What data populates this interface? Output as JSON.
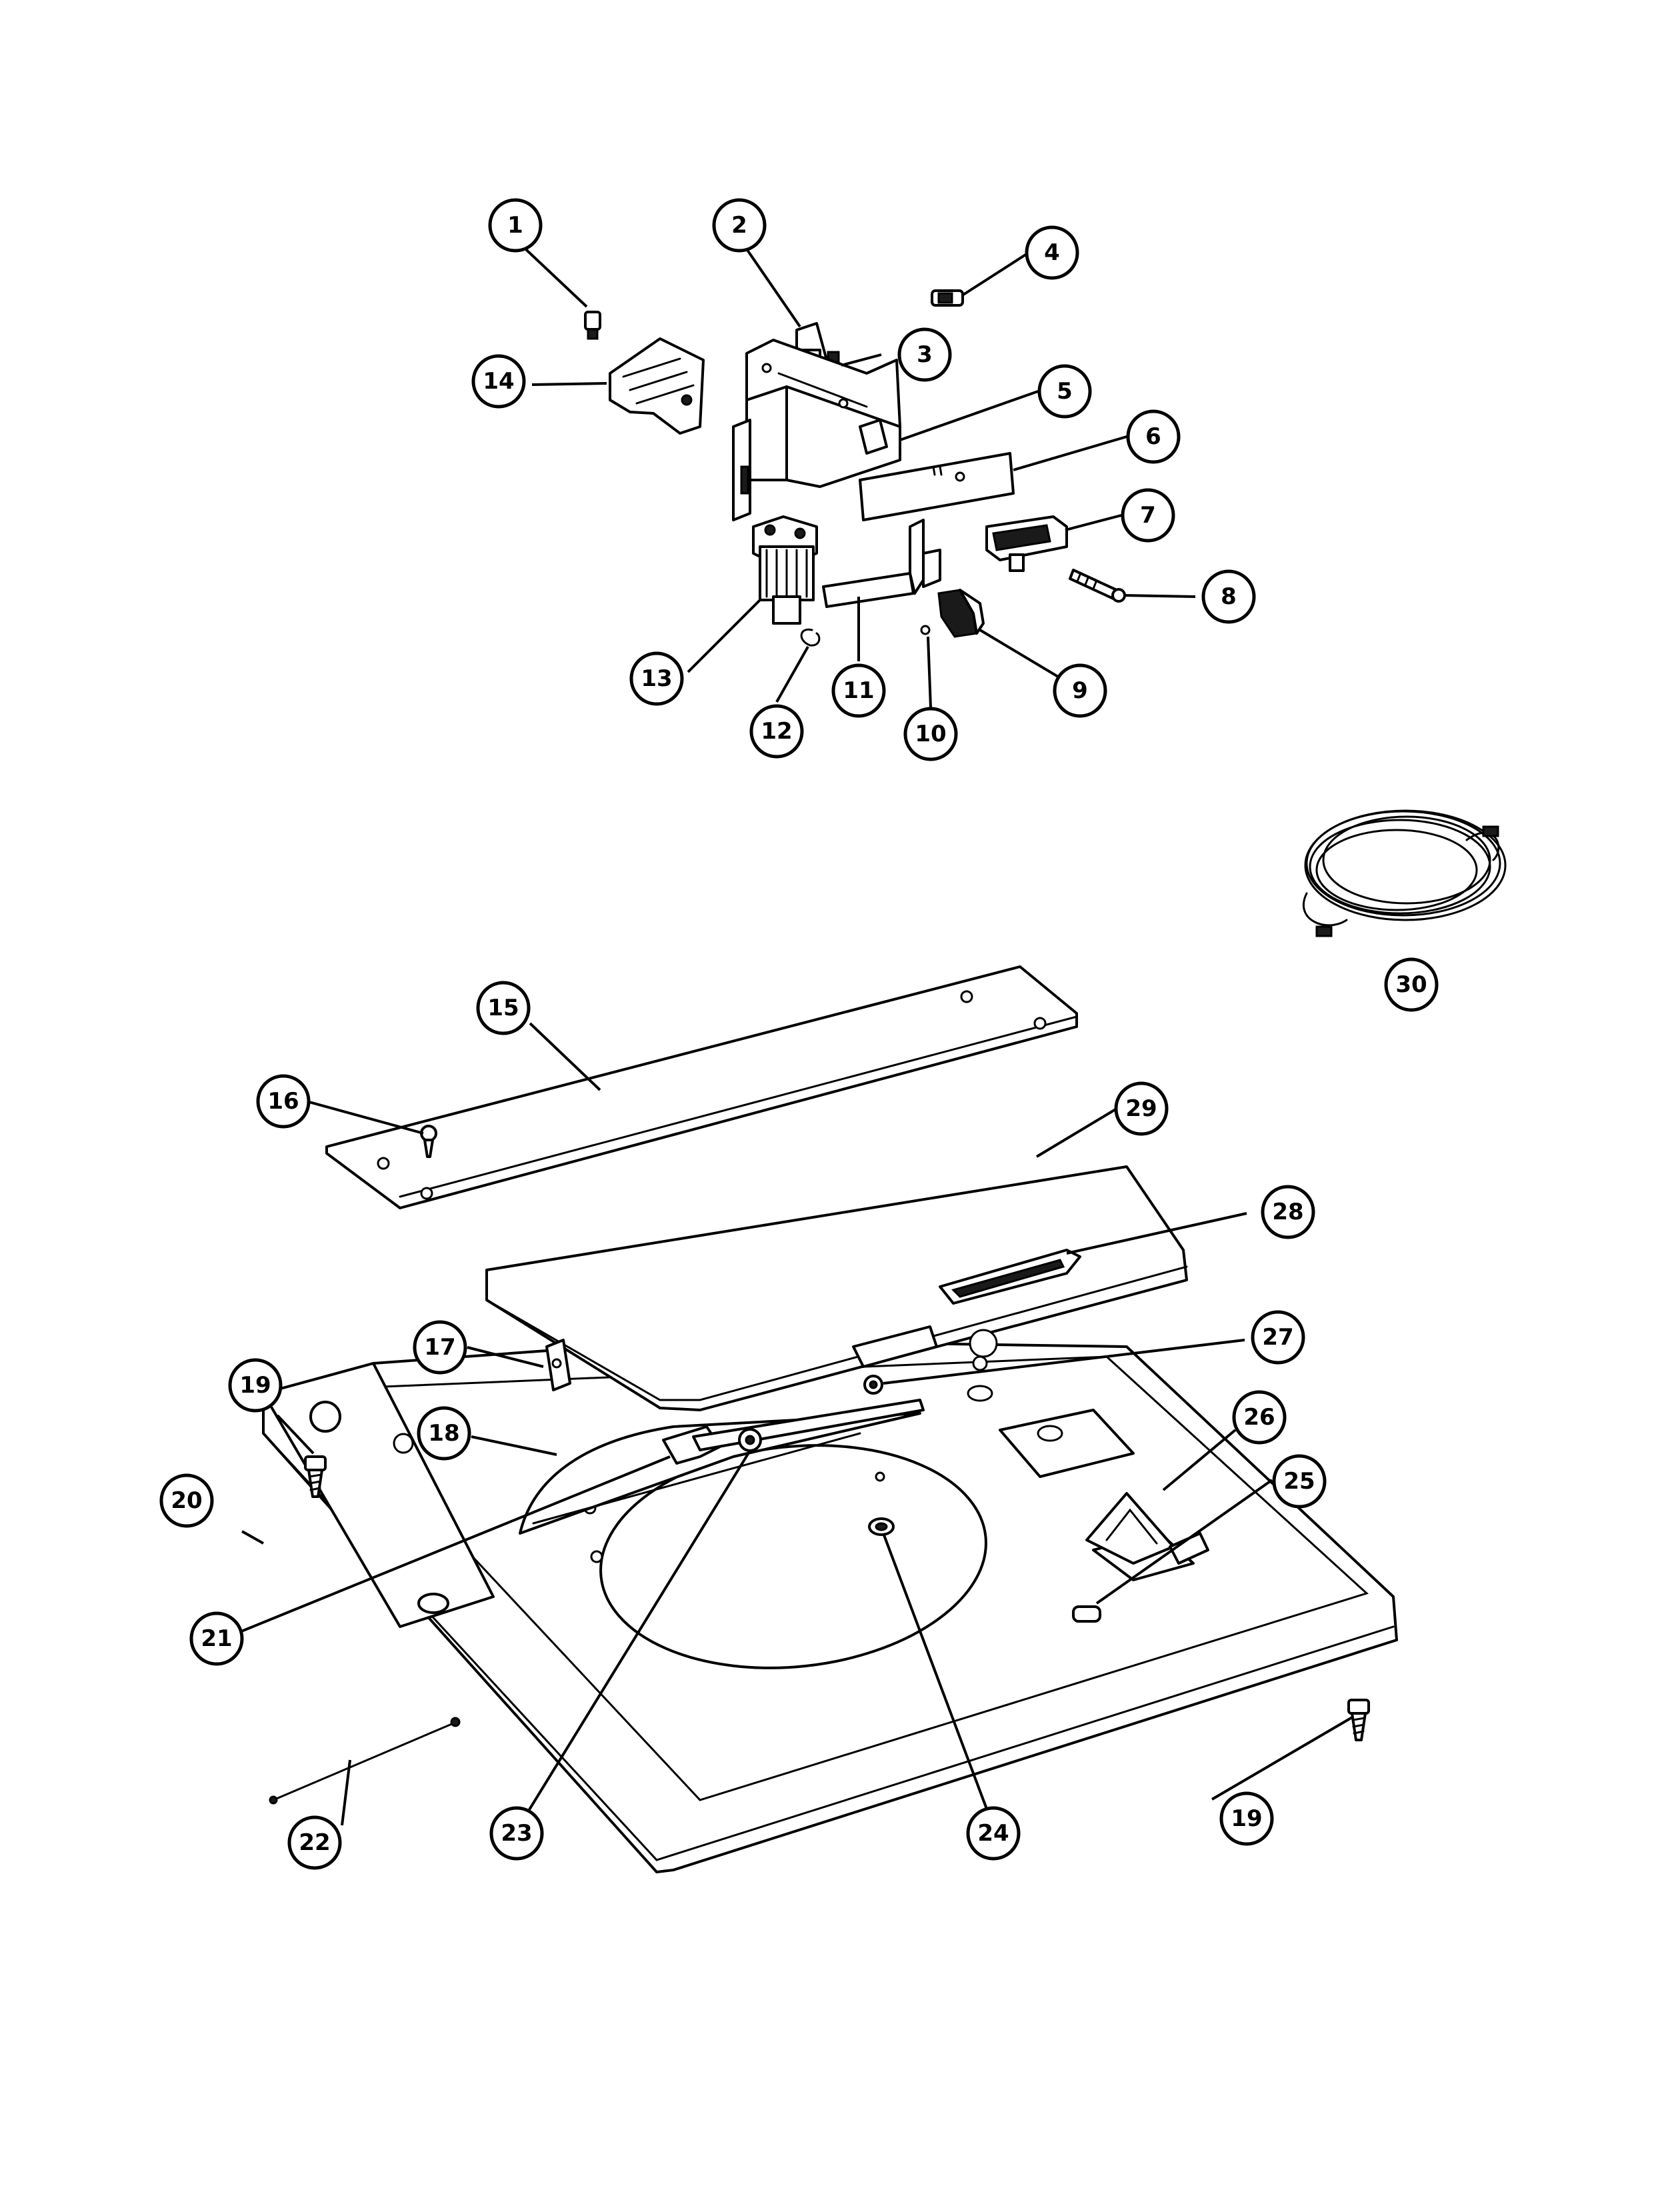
{
  "diagram": {
    "callouts": [
      {
        "label": "1"
      },
      {
        "label": "2"
      },
      {
        "label": "3"
      },
      {
        "label": "4"
      },
      {
        "label": "5"
      },
      {
        "label": "6"
      },
      {
        "label": "7"
      },
      {
        "label": "8"
      },
      {
        "label": "9"
      },
      {
        "label": "10"
      },
      {
        "label": "11"
      },
      {
        "label": "12"
      },
      {
        "label": "13"
      },
      {
        "label": "14"
      },
      {
        "label": "15"
      },
      {
        "label": "16"
      },
      {
        "label": "17"
      },
      {
        "label": "18"
      },
      {
        "label": "19"
      },
      {
        "label": "20"
      },
      {
        "label": "21"
      },
      {
        "label": "22"
      },
      {
        "label": "23"
      },
      {
        "label": "24"
      },
      {
        "label": "25"
      },
      {
        "label": "26"
      },
      {
        "label": "27"
      },
      {
        "label": "28"
      },
      {
        "label": "29"
      },
      {
        "label": "30"
      },
      {
        "label": "19"
      }
    ]
  }
}
